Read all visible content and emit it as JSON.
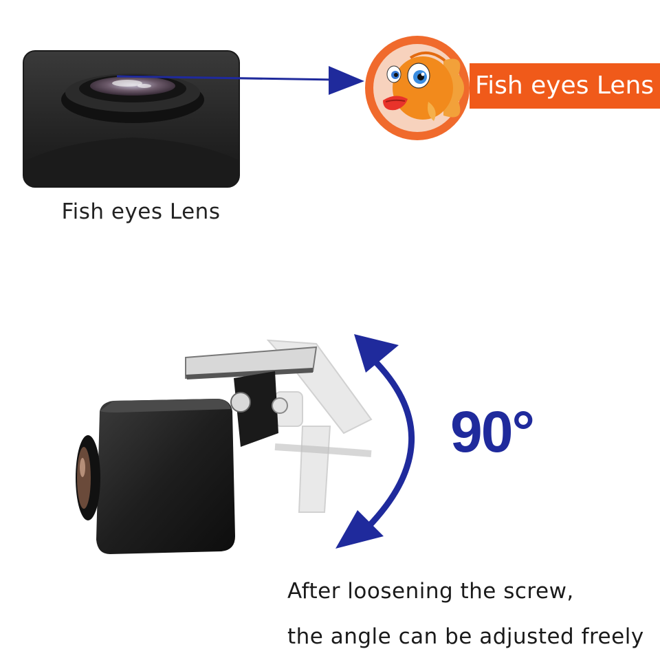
{
  "lens_closeup": {
    "caption": "Fish eyes Lens"
  },
  "fish_badge": {
    "label": "Fish eyes Lens",
    "icon": "cartoon-fish-icon"
  },
  "adjustment": {
    "angle_label": "90°",
    "instruction_line_1": "After loosening the screw,",
    "instruction_line_2": "the angle can be adjusted freely"
  },
  "colors": {
    "accent_orange": "#f05a1a",
    "arrow_blue": "#1f2a9c"
  }
}
